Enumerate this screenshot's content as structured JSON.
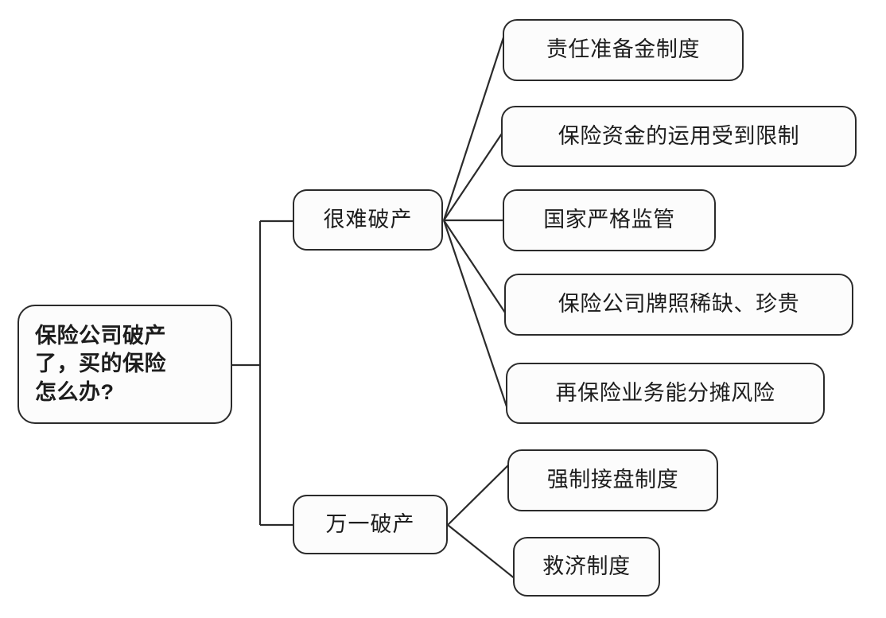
{
  "diagram": {
    "type": "mind-map",
    "title": "保险公司破产了，买的保险怎么办?",
    "stroke_color": "#2b2b2b",
    "fill_color": "#fcfcfc",
    "text_color": "#1d1d1d",
    "background_color": "#ffffff"
  },
  "root": {
    "label": "保险公司破产\n了，买的保险\n怎么办?"
  },
  "branches": [
    {
      "label": "很难破产"
    },
    {
      "label": "万一破产"
    }
  ],
  "leaves": {
    "hard_to_bankrupt": [
      {
        "label": "责任准备金制度"
      },
      {
        "label": "保险资金的运用受到限制"
      },
      {
        "label": "国家严格监管"
      },
      {
        "label": "保险公司牌照稀缺、珍贵"
      },
      {
        "label": "再保险业务能分摊风险"
      }
    ],
    "if_bankrupt": [
      {
        "label": "强制接盘制度"
      },
      {
        "label": "救济制度"
      }
    ]
  }
}
